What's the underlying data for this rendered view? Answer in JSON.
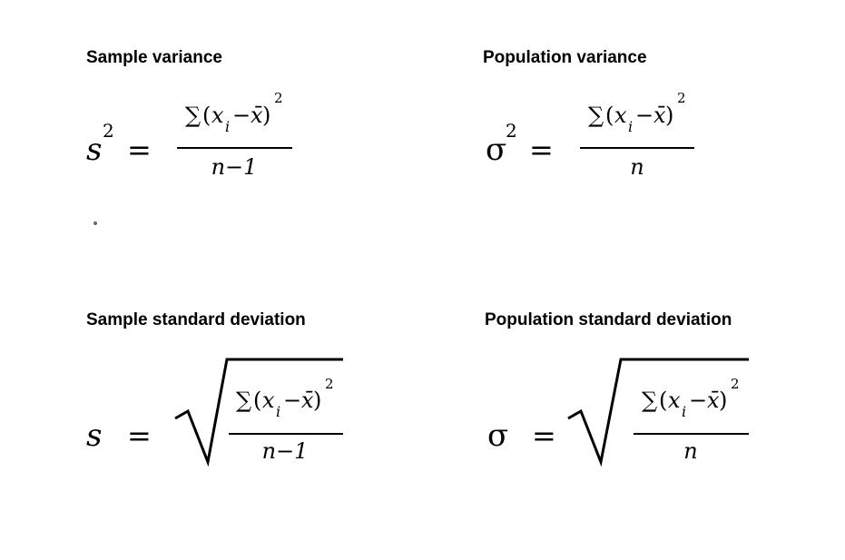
{
  "headings": {
    "sample_variance": "Sample variance",
    "population_variance": "Population variance",
    "sample_sd": "Sample standard deviation",
    "population_sd": "Population standard deviation"
  },
  "symbols": {
    "s": "s",
    "sigma": "σ",
    "squared": "2",
    "equals": "=",
    "sum": "∑",
    "open_paren": "(",
    "x": "x",
    "i": "i",
    "minus": "−",
    "x_bar": "x̄",
    "close_paren": ")",
    "n": "n",
    "n_minus_1": "n−1"
  }
}
